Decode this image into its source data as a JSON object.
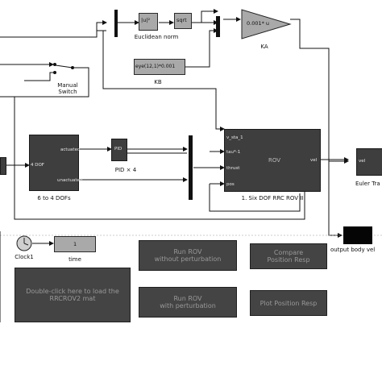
{
  "blocks": {
    "euclidean": {
      "text": "|u|²",
      "label": "Euclidean norm"
    },
    "sqrt": {
      "text": "sqrt"
    },
    "ka": {
      "text": "0.001* u",
      "label": "KA"
    },
    "kb": {
      "text": "eye(12,1)*0.001",
      "label": "KB"
    },
    "manual_switch": {
      "label": "Manual Switch"
    },
    "dof": {
      "in_label": "4 DOF",
      "out1": "actuated",
      "out2": "unactuated",
      "label": "6 to 4 DOFs"
    },
    "pid": {
      "text": "PID",
      "label": "PID × 4"
    },
    "rov": {
      "title": "ROV",
      "in1": "v_sta_1",
      "in2": "tau*-1",
      "in3": "thrust",
      "in4": "pos",
      "out": "vel",
      "label": "1. Six DOF RRC ROV II"
    },
    "euler": {
      "text": "vel",
      "label": "Euler Tra"
    },
    "output": {
      "label": "output body vel"
    },
    "clock": {
      "label": "Clock1"
    },
    "time": {
      "text": "1",
      "label": "time"
    }
  },
  "buttons": {
    "load": "Double-click here to load the RRCROV2 mat",
    "run_without_line1": "Run ROV",
    "run_without_line2": "without perturbation",
    "compare_line1": "Compare",
    "compare_line2": "Position Resp",
    "run_with_line1": "Run ROV",
    "run_with_line2": "with perturbation",
    "plot": "Plot Position Resp"
  }
}
